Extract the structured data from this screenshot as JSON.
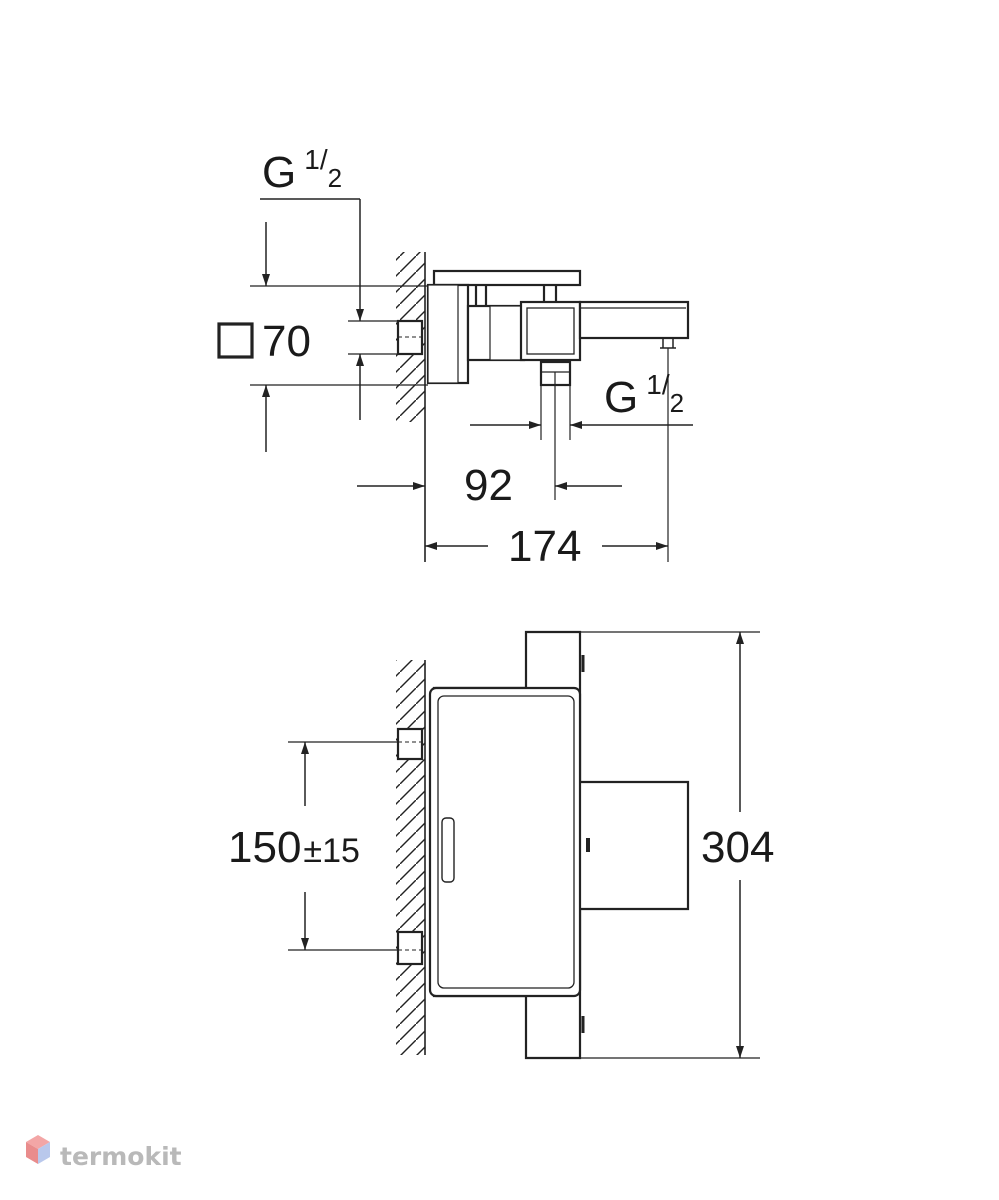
{
  "side_view": {
    "inlet_thread": {
      "letter": "G",
      "num": "1",
      "den": "2"
    },
    "square_size": "70",
    "outlet_thread": {
      "letter": "G",
      "num": "1",
      "den": "2"
    },
    "spout_offset": "92",
    "overall_depth": "174"
  },
  "front_view": {
    "inlet_spacing": "150",
    "inlet_spacing_tolerance": "±15",
    "overall_height": "304"
  },
  "watermark": {
    "text": "termokit"
  }
}
